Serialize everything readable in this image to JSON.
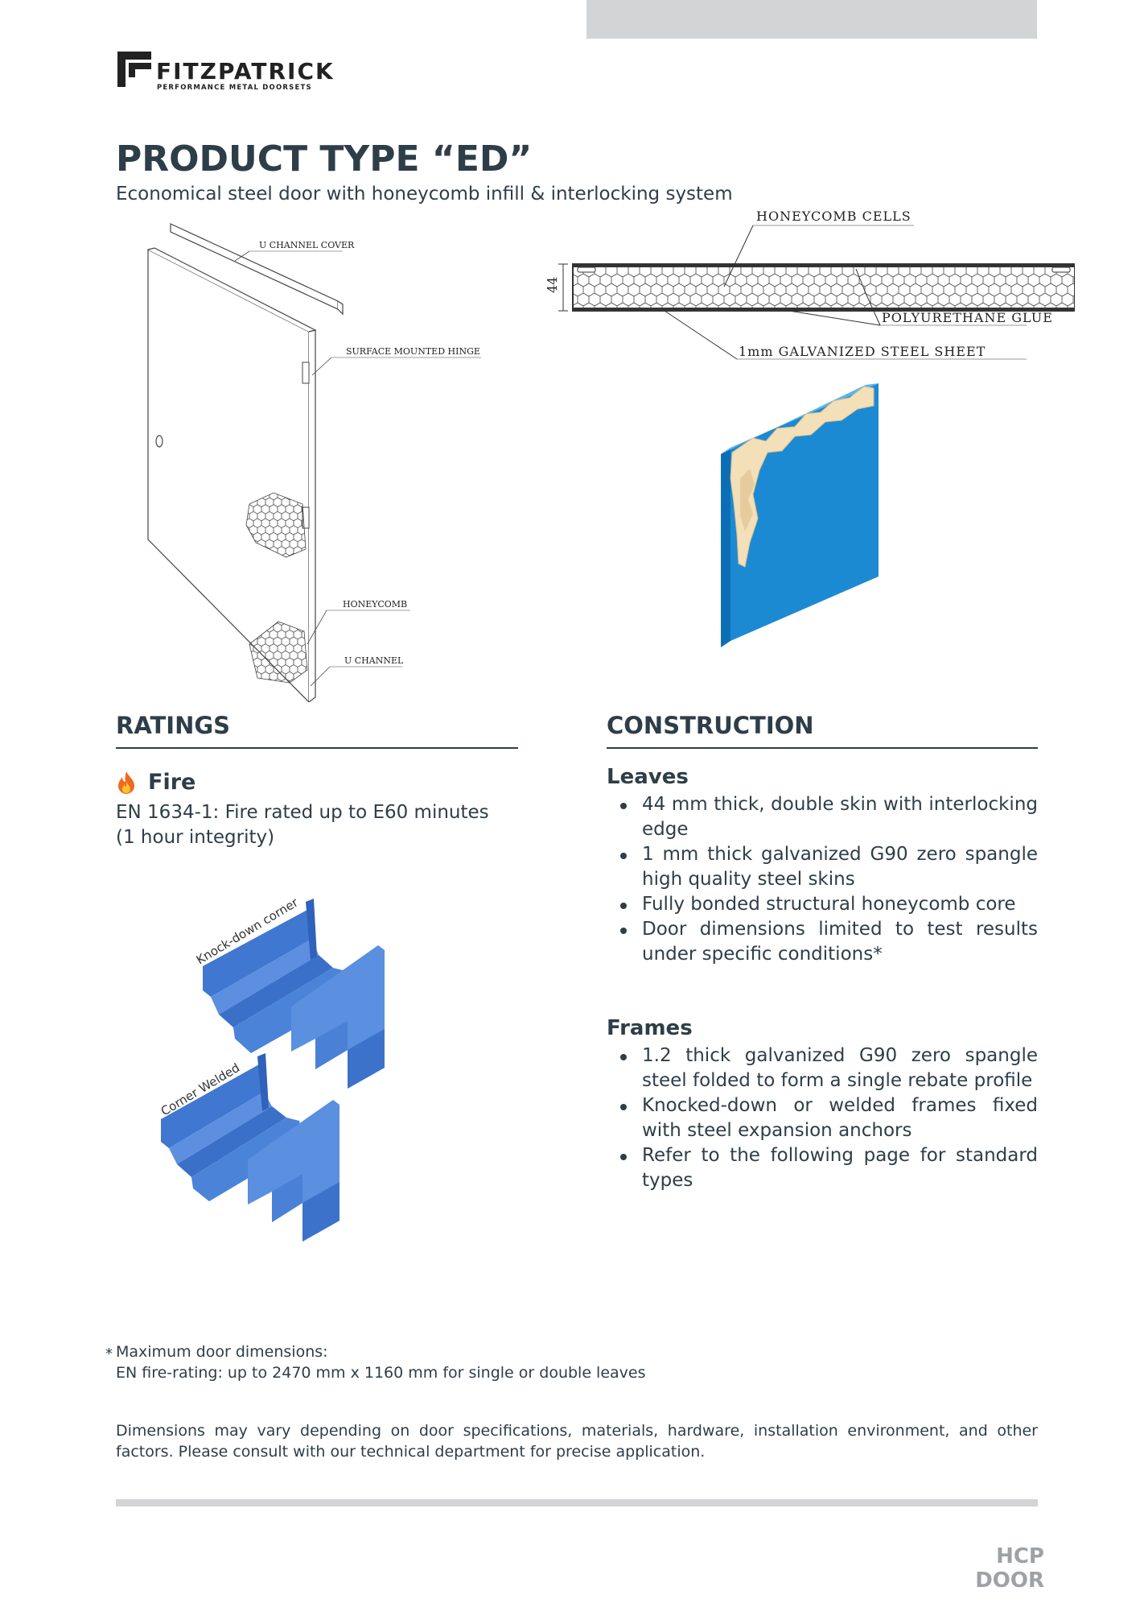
{
  "brand": {
    "name": "FITZPATRICK",
    "tagline": "PERFORMANCE METAL DOORSETS"
  },
  "header": {
    "title": "PRODUCT TYPE “ED”",
    "subtitle": "Economical steel door with honeycomb infill & interlocking system"
  },
  "door_diagram": {
    "labels": {
      "u_channel_cover": "U CHANNEL COVER",
      "hinge": "SURFACE MOUNTED HINGE",
      "honeycomb": "HONEYCOMB",
      "u_channel": "U CHANNEL"
    }
  },
  "section_diagram": {
    "thickness": "44",
    "labels": {
      "cells": "HONEYCOMB CELLS",
      "glue": "POLYURETHANE GLUE",
      "sheet": "1mm GALVANIZED STEEL SHEET"
    }
  },
  "frames_figure": {
    "labels": {
      "knockdown": "Knock-down corner",
      "welded": "Corner Welded"
    }
  },
  "ratings": {
    "heading": "RATINGS",
    "fire": {
      "icon": "fire-icon",
      "title": "Fire",
      "line1": "EN 1634-1: Fire rated up to E60 minutes",
      "line2": "(1 hour integrity)"
    }
  },
  "construction": {
    "heading": "CONSTRUCTION",
    "leaves": {
      "title": "Leaves",
      "items": [
        "44 mm thick, double skin with interlocking edge",
        "1 mm thick galvanized G90 zero spangle high quality steel skins",
        "Fully bonded structural honeycomb core",
        "Door dimensions limited to test results under specific conditions*"
      ]
    },
    "frames": {
      "title": "Frames",
      "items": [
        "1.2 thick galvanized G90 zero spangle steel folded to form a single rebate profile",
        "Knocked-down or welded frames fixed with steel expansion anchors",
        "Refer to the following page for standard types"
      ]
    }
  },
  "notes": {
    "marker": "*",
    "line1": "Maximum door dimensions:",
    "line2": "EN fire-rating: up to 2470 mm x 1160 mm for single or double leaves",
    "disclaimer": "Dimensions may vary depending on door specifications, materials, hardware, installation environment, and other factors. Please consult with our technical department for precise application."
  },
  "footer": {
    "label": "HCP DOOR"
  },
  "colors": {
    "heading": "#2e3e48",
    "steel_blue": "#1f8fd6",
    "frame_blue": "#4f86d9",
    "foam": "#f3dfb8",
    "gray_bar": "#d2d4d6",
    "footer_gray": "#9ea2a6"
  }
}
